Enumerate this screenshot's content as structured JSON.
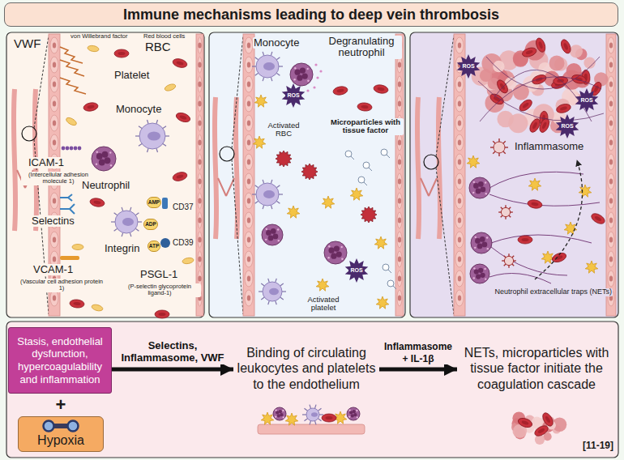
{
  "diagram": {
    "title": "Immune mechanisms leading to deep vein thrombosis",
    "nodes": [
      {
        "text": [
          "Stasis, endothelial dysfunction, hypercoagulability and inflammation"
        ]
      },
      {
        "text": [
          "Hypoxia"
        ]
      },
      {
        "text": [
          "Binding of circulating leukocytes and platelets to the endothelium"
        ]
      },
      {
        "text": [
          "NETs, microparticles with tissue factor initiate the coagulation cascade"
        ]
      }
    ],
    "edges": [
      {
        "from": 0,
        "to": 2,
        "arrow": "to",
        "label": "Selectins, Inflammasome, VWF"
      },
      {
        "from": 2,
        "to": 3,
        "arrow": "to",
        "label": "Inflammasome + IL-1β"
      }
    ],
    "labels": [
      "VWF",
      "von Willebrand factor",
      "Red blood cells",
      "RBC",
      "Platelet",
      "Monocyte",
      "ICAM-1",
      "(Intercellular adhesion molecule 1)",
      "Neutrophil",
      "AMP",
      "CD37",
      "ADP",
      "Selectins",
      "ATP",
      "CD39",
      "Integrin",
      "VCAM-1",
      "(Vascular cell adhesion protein 1)",
      "PSGL-1",
      "(P-selectin glycoprotein ligand-1)",
      "Monocyte",
      "Degranulating neutrophil",
      "ROS",
      "Activated RBC",
      "Microparticles with tissue factor",
      "ROS",
      "Activated platelet",
      "ROS",
      "ROS",
      "ROS",
      "Inflammasome",
      "Neutrophil extracellular traps (NETs)",
      "+",
      "[11-19]"
    ]
  }
}
